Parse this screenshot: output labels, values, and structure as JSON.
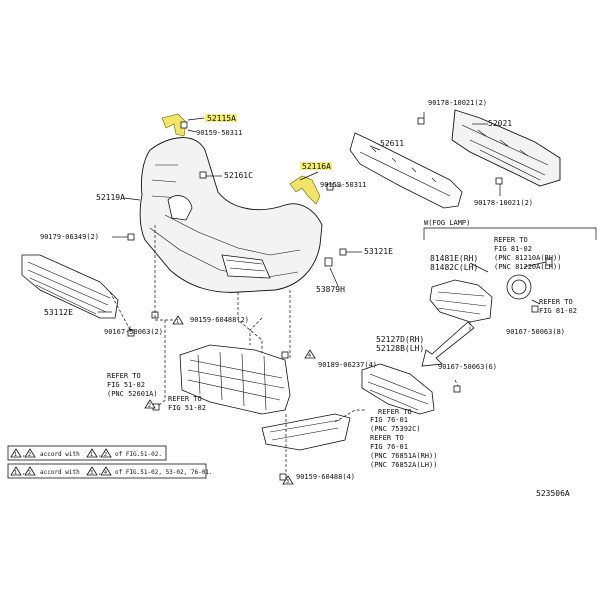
{
  "labels": {
    "p52115A": "52115A",
    "p90159_50311a": "90159-50311",
    "p52116A": "52116A",
    "p90159_50311b": "90159-50311",
    "p52161C": "52161C",
    "p52119A": "52119A",
    "p90179": "90179-06349(2)",
    "p53112E": "53112E",
    "p90167a": "90167-50063(2)",
    "p90159_60488a": "90159-60488(2)",
    "p53121E": "53121E",
    "p53879H": "53879H",
    "p52611": "52611",
    "p52021": "52021",
    "p90178a": "90178-10021(2)",
    "p90178b": "90178-10021(2)",
    "p90189": "90189-06237(4)",
    "p90159_60488b": "90159-60488(4)",
    "p81481": "81481E(RH)",
    "p81482": "81482C(LH)",
    "p90167b": "90167-50063(8)",
    "p52127": "52127D(RH)",
    "p52128": "52128B(LH)",
    "p90167c": "90167-50063(6)",
    "fog": "W(FOG LAMP)"
  },
  "refs": {
    "r1_l1": "REFER TO",
    "r1_l2": "FIG 51-02",
    "r1_l3": "(PNC 52601A)",
    "r2_l1": "REFER TO",
    "r2_l2": "FIG 51-02",
    "r3_l1": "REFER TO",
    "r3_l2": "FIG 81-02",
    "r3_l3": "(PNC 81210A(RH))",
    "r3_l4": "(PNC 81220A(LH))",
    "r4_l1": "REFER TO",
    "r4_l2": "FIG 81-02",
    "r5_l1": "REFER TO",
    "r5_l2": "FIG 76-01",
    "r5_l3": "(PNC 75392C)",
    "r6_l1": "REFER TO",
    "r6_l2": "FIG 76-01",
    "r6_l3": "(PNC 76851A(RH))",
    "r6_l4": "(PNC 76852A(LH))"
  },
  "notes": {
    "note1_a": "1",
    "note1_b": "2",
    "note1_text1": "accord with",
    "note1_c": "1",
    "note1_d": "2",
    "note1_text2": "of FIG.51-02.",
    "note2_a": "1",
    "note2_b": "2",
    "note2_text1": "accord with",
    "note2_c": "3",
    "note2_d": "4",
    "note2_text2": "of FIG.51-02, 53-02, 76-01."
  },
  "callouts": {
    "c1": "1",
    "c2": "2",
    "c3": "3",
    "c4": "4"
  },
  "diagram_id": "523506A"
}
